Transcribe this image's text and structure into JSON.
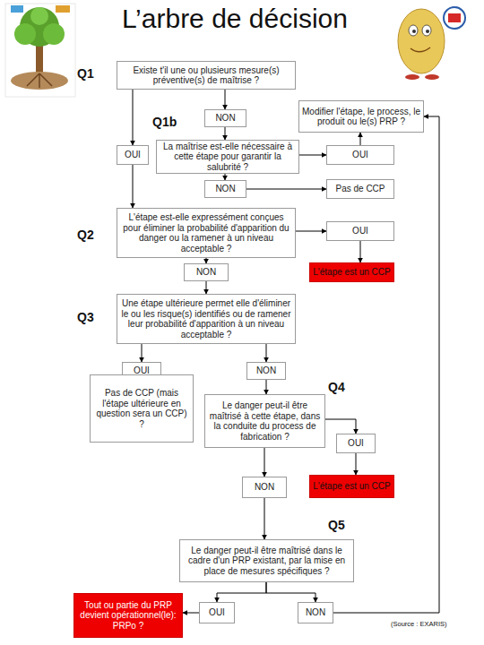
{
  "diagram": {
    "title": "L’arbre de décision",
    "nodes": [
      {
        "text": [
          "Existe t'il une ou plusieurs mesure(s) préventive(s) de maîtrise ?"
        ]
      },
      {
        "text": [
          "NON"
        ]
      },
      {
        "text": [
          "Modifier l'étape, le process, le produit ou le(s) PRP ?"
        ]
      },
      {
        "text": [
          "OUI"
        ]
      },
      {
        "text": [
          "La maîtrise est-elle nécessaire à cette étape pour garantir la salubrité ?"
        ]
      },
      {
        "text": [
          "OUI"
        ]
      },
      {
        "text": [
          "NON"
        ]
      },
      {
        "text": [
          "Pas de CCP"
        ]
      },
      {
        "text": [
          "L'étape est-elle expressément conçues pour éliminer la probabilité d'apparition du danger ou la ramener à un niveau acceptable ?"
        ]
      },
      {
        "text": [
          "OUI"
        ]
      },
      {
        "text": [
          "NON"
        ]
      },
      {
        "text": [
          "L'étape est un CCP"
        ]
      },
      {
        "text": [
          "Une étape ultérieure permet elle d'éliminer le ou les risque(s) identifiés ou de ramener leur probabilité d'apparition à un niveau acceptable ?"
        ]
      },
      {
        "text": [
          "OUI"
        ]
      },
      {
        "text": [
          "NON"
        ]
      },
      {
        "text": [
          "Pas de CCP (mais l'étape ultérieure en question sera un CCP) ?"
        ]
      },
      {
        "text": [
          "Le danger peut-il être maîtrisé à cette étape, dans la conduite du process de fabrication ?"
        ]
      },
      {
        "text": [
          "OUI"
        ]
      },
      {
        "text": [
          "NON"
        ]
      },
      {
        "text": [
          "L'étape est un CCP"
        ]
      },
      {
        "text": [
          "Le danger peut-il être maîtrisé dans le cadre d'un PRP existant, par la mise en place de mesures spécifiques ?"
        ]
      },
      {
        "text": [
          "Tout ou partie du PRP devient opérationnel(le): PRPo ?"
        ]
      },
      {
        "text": [
          "OUI"
        ]
      },
      {
        "text": [
          "NON"
        ]
      }
    ],
    "edges": [
      {
        "from": 0,
        "to": 3,
        "arrow": "to"
      },
      {
        "from": 0,
        "to": 1,
        "arrow": "to"
      },
      {
        "from": 1,
        "to": 4,
        "arrow": "to"
      },
      {
        "from": 4,
        "to": 5,
        "arrow": "to"
      },
      {
        "from": 5,
        "to": 2,
        "arrow": "to"
      },
      {
        "from": 4,
        "to": 6,
        "arrow": "to"
      },
      {
        "from": 6,
        "to": 7,
        "arrow": "to"
      },
      {
        "from": 3,
        "to": 8,
        "arrow": "to"
      },
      {
        "from": 8,
        "to": 9,
        "arrow": "to"
      },
      {
        "from": 9,
        "to": 11,
        "arrow": "to"
      },
      {
        "from": 8,
        "to": 10,
        "arrow": "to"
      },
      {
        "from": 10,
        "to": 12,
        "arrow": "to"
      },
      {
        "from": 12,
        "to": 13,
        "arrow": "to"
      },
      {
        "from": 12,
        "to": 14,
        "arrow": "to"
      },
      {
        "from": 13,
        "to": 15,
        "arrow": "to"
      },
      {
        "from": 14,
        "to": 16,
        "arrow": "to"
      },
      {
        "from": 16,
        "to": 17,
        "arrow": "to"
      },
      {
        "from": 17,
        "to": 19,
        "arrow": "to"
      },
      {
        "from": 16,
        "to": 18,
        "arrow": "to"
      },
      {
        "from": 18,
        "to": 20,
        "arrow": "to"
      },
      {
        "from": 20,
        "to": 22,
        "arrow": "to"
      },
      {
        "from": 20,
        "to": 23,
        "arrow": "to"
      },
      {
        "from": 22,
        "to": 21,
        "arrow": "to"
      },
      {
        "from": 23,
        "to": 2,
        "arrow": "to"
      }
    ],
    "labels": [
      "Q1",
      "Q1b",
      "Q2",
      "Q3",
      "Q4",
      "Q5",
      "(Source : EXARIS)"
    ]
  }
}
